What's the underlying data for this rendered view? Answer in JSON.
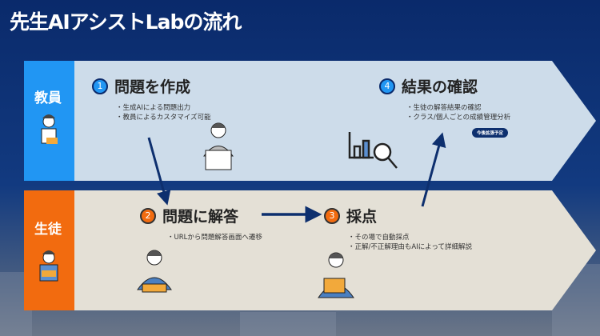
{
  "title": "先生AIアシストLabの流れ",
  "rows": {
    "teacher": "教員",
    "student": "生徒"
  },
  "colors": {
    "teacher": "#2196f3",
    "student": "#f26b0f",
    "navy": "#0d2f6e"
  },
  "steps": [
    {
      "num": "1",
      "title": "問題を作成",
      "bullets": [
        "・生成AIによる問題出力",
        "・教員によるカスタマイズ可能"
      ]
    },
    {
      "num": "2",
      "title": "問題に解答",
      "bullets": [
        "・URLから問題解答画面へ遷移"
      ]
    },
    {
      "num": "3",
      "title": "採点",
      "bullets": [
        "・その場で自動採点",
        "・正解/不正解理由もAIによって詳細解説"
      ]
    },
    {
      "num": "4",
      "title": "結果の確認",
      "bullets": [
        "・生徒の解答結果の確認",
        "・クラス/個人ごとの成績管理分析"
      ],
      "badge": "今後拡張予定"
    }
  ]
}
